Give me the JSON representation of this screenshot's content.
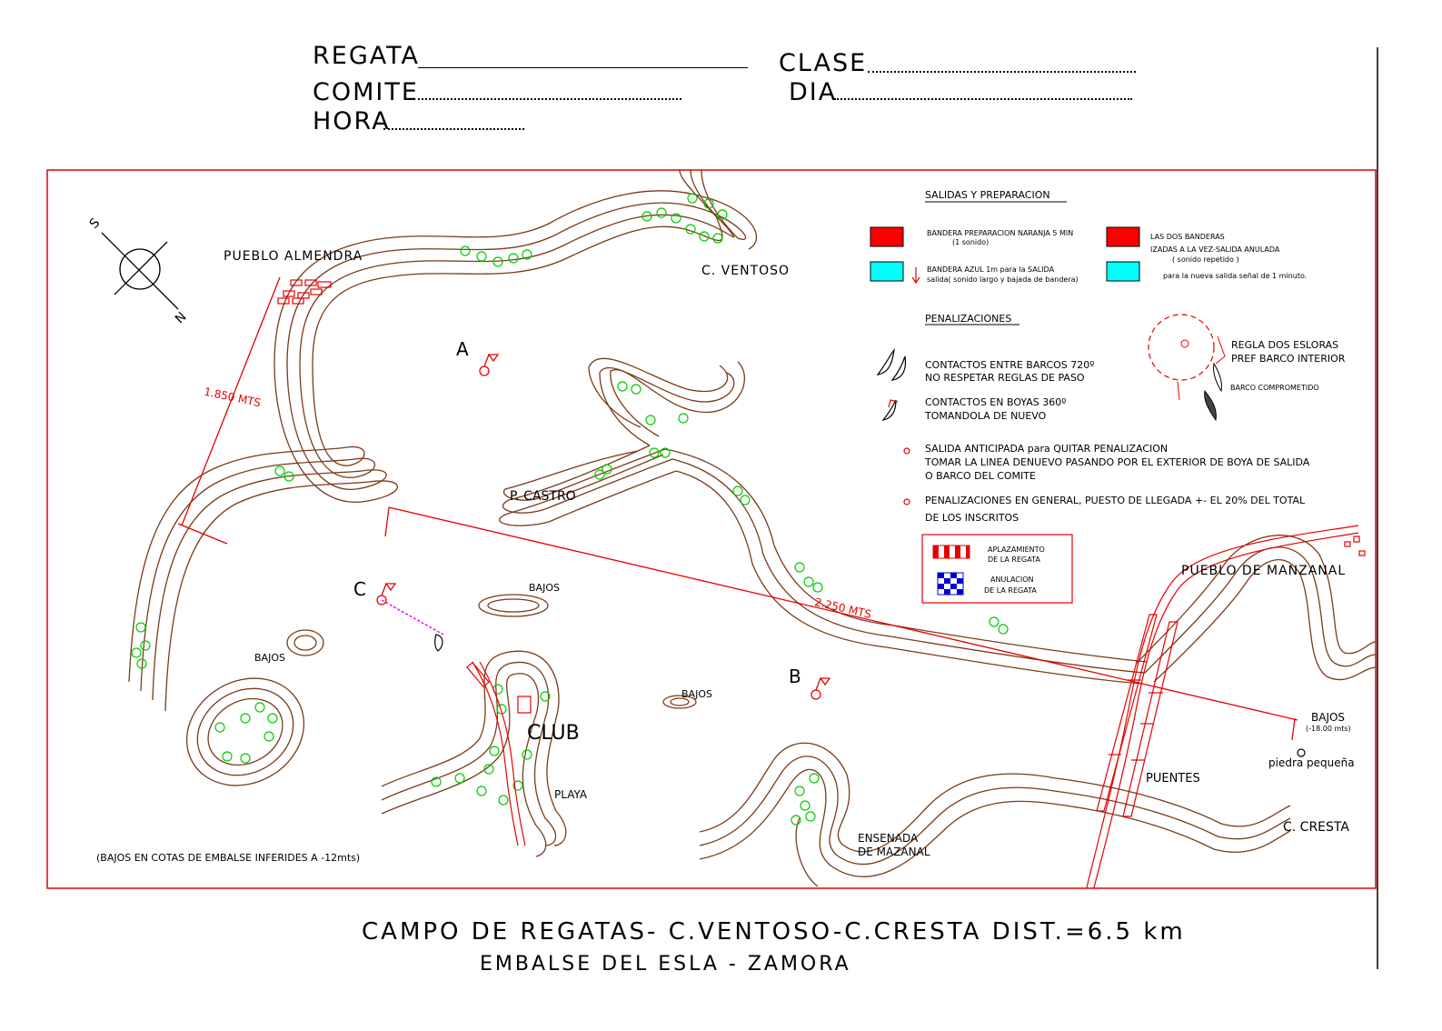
{
  "header": {
    "regata_label": "REGATA",
    "clase_label": "CLASE",
    "comite_label": "COMITE",
    "dia_label": "DIA",
    "hora_label": "HORA"
  },
  "map_labels": {
    "pueblo_almendra": "PUEBLO ALMENDRA",
    "c_ventoso": "C. VENTOSO",
    "p_castro": "P. CASTRO",
    "bajos": "BAJOS",
    "club": "CLUB",
    "playa": "PLAYA",
    "pueblo_manzanal": "PUEBLO DE MANZANAL",
    "puentes": "PUENTES",
    "c_cresta": "C. CRESTA",
    "ensenada": "ENSENADA",
    "de_mazanal": "DE MAZANAL",
    "bajos_depth": "(-18.00 mts)",
    "piedra": "piedra pequeña",
    "buoy_a": "A",
    "buoy_b": "B",
    "buoy_c": "C",
    "compass_s": "S",
    "compass_n": "N",
    "dist_1850": "1.850 MTS",
    "dist_2250": "2.250 MTS",
    "bajos_note": "(BAJOS EN COTAS DE EMBALSE INFERIDES A -12mts)"
  },
  "legend": {
    "salidas_title": "SALIDAS Y PREPARACION",
    "preparacion": "BANDERA PREPARACION NARANJA 5 MIN",
    "preparacion_sub": "(1 sonido)",
    "dos_banderas": "LAS DOS BANDERAS",
    "dos_banderas_sub": "IZADAS A LA VEZ-SALIDA ANULADA",
    "dos_banderas_sub2": "( sonido repetido )",
    "azul": "BANDERA AZUL 1m para la SALIDA",
    "azul_sub": "salida( sonido largo y bajada de bandera)",
    "nueva_salida": "para la nueva salida señal de 1 minuto.",
    "penalizaciones_title": "PENALIZACIONES",
    "contactos_barcos": "CONTACTOS ENTRE BARCOS 720º",
    "no_respetar": "NO RESPETAR REGLAS DE PASO",
    "contactos_boyas": "CONTACTOS EN BOYAS 360º",
    "tomandola": "TOMANDOLA DE NUEVO",
    "salida_anticipada": "SALIDA ANTICIPADA para QUITAR PENALIZACION",
    "tomar_linea": "TOMAR LA LINEA DENUEVO PASANDO POR EL EXTERIOR DE BOYA DE SALIDA",
    "barco_comite": "O BARCO DEL COMITE",
    "pen_general": "PENALIZACIONES EN GENERAL, PUESTO DE LLEGADA +- EL 20% DEL TOTAL",
    "inscritos": "DE LOS INSCRITOS",
    "regla_esloras": "REGLA DOS ESLORAS",
    "pref_barco": "PREF BARCO INTERIOR",
    "barco_comprometido": "BARCO COMPROMETIDO",
    "aplazamiento": "APLAZAMIENTO",
    "aplazamiento2": "DE LA REGATA",
    "anulacion": "ANULACION",
    "anulacion2": "DE LA REGATA"
  },
  "footer": {
    "title": "CAMPO DE REGATAS- C.VENTOSO-C.CRESTA DIST.=6.5 km",
    "subtitle": "EMBALSE DEL ESLA - ZAMORA"
  },
  "colors": {
    "frame": "#e60000",
    "shore": "#7a3b1a",
    "trees": "#00cc00",
    "flag_red": "#ff0000",
    "flag_cyan": "#00ffff",
    "course_line": "#e60000",
    "magenta": "#ff00ff"
  }
}
